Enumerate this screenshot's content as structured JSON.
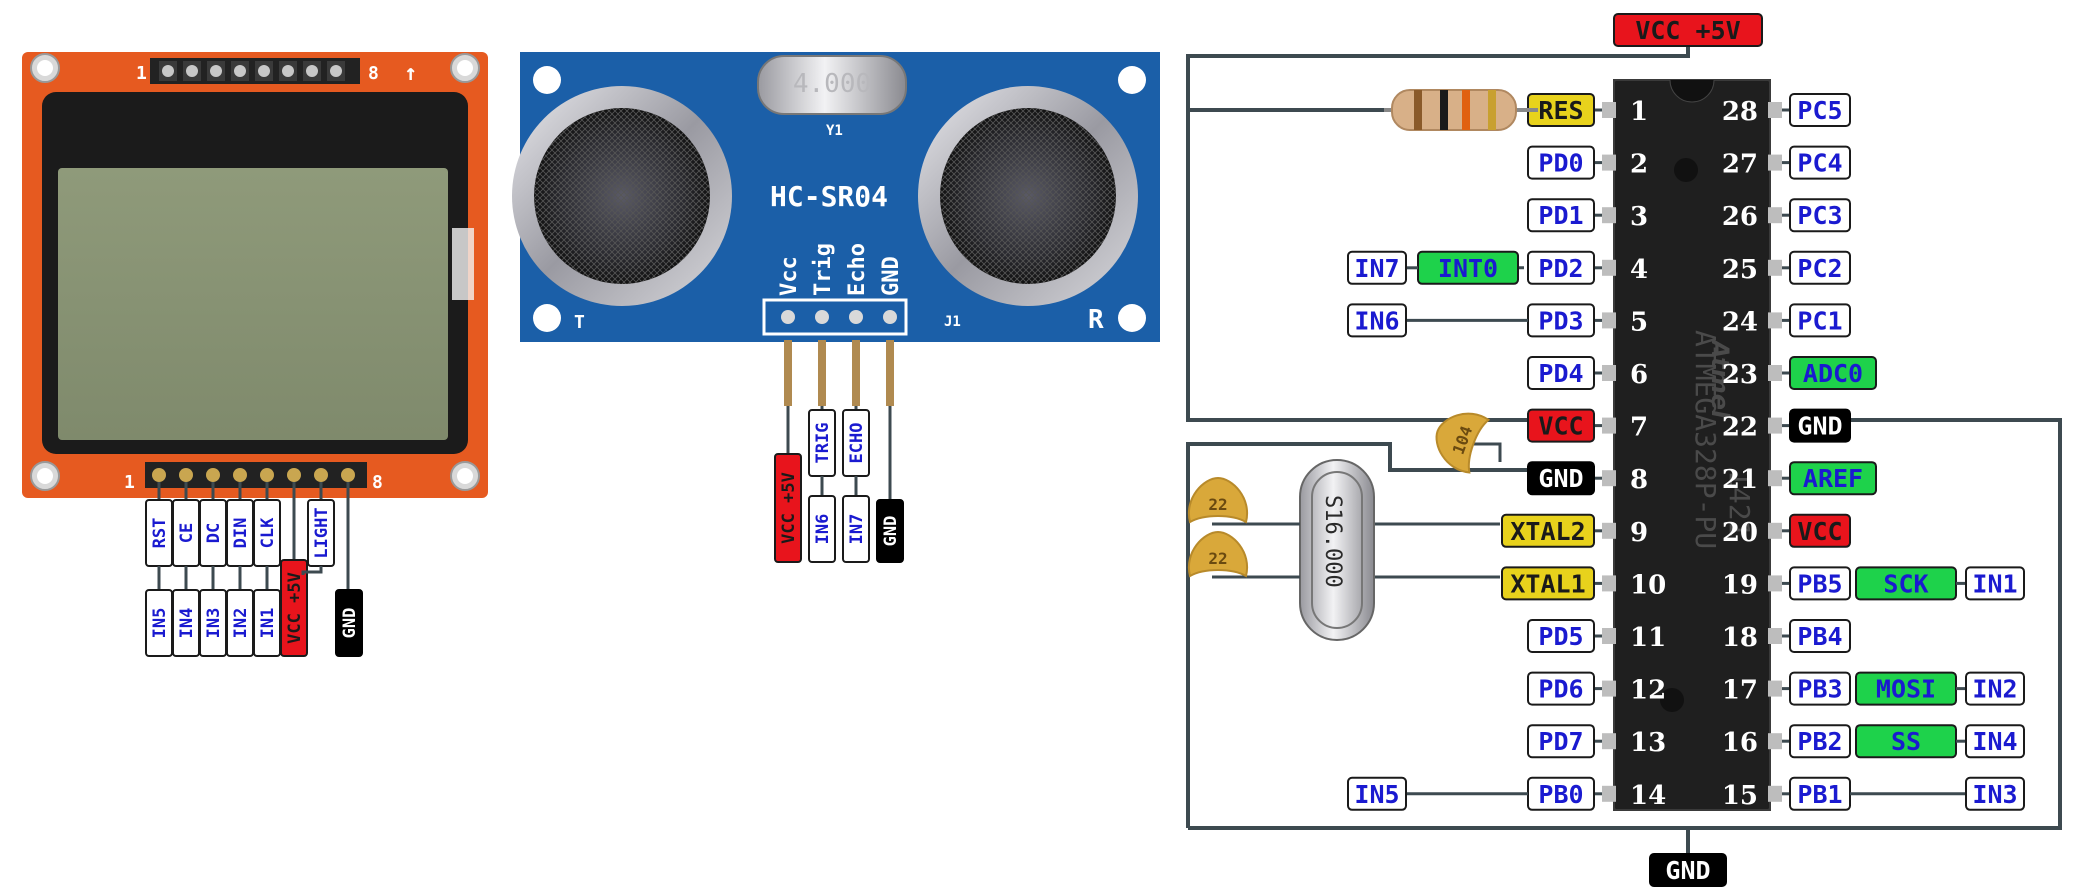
{
  "colors": {
    "label_blue_text": "#1a1ad0",
    "label_red": "#e8141c",
    "label_yellow": "#e8d21c",
    "label_green": "#1ed24b",
    "label_black": "#000000",
    "wire": "#3d4a50",
    "lcd_board": "#e65a20",
    "sonar_board": "#1b5fa8",
    "chip_body": "#1f1f1f"
  },
  "lcd": {
    "pin_first": "1",
    "pin_last": "8",
    "arrow": "↑",
    "signals": [
      {
        "name": "RST",
        "input": "IN5"
      },
      {
        "name": "CE",
        "input": "IN4"
      },
      {
        "name": "DC",
        "input": "IN3"
      },
      {
        "name": "DIN",
        "input": "IN2"
      },
      {
        "name": "CLK",
        "input": "IN1"
      },
      {
        "name": "VCC +5V",
        "input": ""
      },
      {
        "name": "LIGHT",
        "input": ""
      },
      {
        "name": "GND",
        "input": ""
      }
    ]
  },
  "sonar": {
    "model": "HC-SR04",
    "crystal": "4.000",
    "y_mark": "Y1",
    "left_mark": "T",
    "right_mark": "R",
    "j_mark": "J1",
    "pins": [
      "Vcc",
      "Trig",
      "Echo",
      "GND"
    ],
    "vcc_label": "VCC +5V",
    "trig_label": "TRIG",
    "echo_label": "ECHO",
    "trig_input": "IN6",
    "echo_input": "IN7",
    "gnd_label": "GND"
  },
  "mcu": {
    "top_power": "VCC +5V",
    "bottom_ground": "GND",
    "chip_marking": "ATMEGA328P-PU",
    "date_code": "1421",
    "logo": "Atmel",
    "crystal_label": "S16.000",
    "cap_values": [
      "22",
      "22",
      "104"
    ],
    "left_pins": [
      {
        "num": "1",
        "label": "RES",
        "color": "yellow"
      },
      {
        "num": "2",
        "label": "PD0",
        "color": "white"
      },
      {
        "num": "3",
        "label": "PD1",
        "color": "white"
      },
      {
        "num": "4",
        "label": "PD2",
        "color": "white",
        "func": "INT0",
        "input": "IN7"
      },
      {
        "num": "5",
        "label": "PD3",
        "color": "white",
        "input": "IN6"
      },
      {
        "num": "6",
        "label": "PD4",
        "color": "white"
      },
      {
        "num": "7",
        "label": "VCC",
        "color": "red"
      },
      {
        "num": "8",
        "label": "GND",
        "color": "black"
      },
      {
        "num": "9",
        "label": "XTAL2",
        "color": "yellow"
      },
      {
        "num": "10",
        "label": "XTAL1",
        "color": "yellow"
      },
      {
        "num": "11",
        "label": "PD5",
        "color": "white"
      },
      {
        "num": "12",
        "label": "PD6",
        "color": "white"
      },
      {
        "num": "13",
        "label": "PD7",
        "color": "white"
      },
      {
        "num": "14",
        "label": "PB0",
        "color": "white",
        "input": "IN5"
      }
    ],
    "right_pins": [
      {
        "num": "28",
        "label": "PC5",
        "color": "white"
      },
      {
        "num": "27",
        "label": "PC4",
        "color": "white"
      },
      {
        "num": "26",
        "label": "PC3",
        "color": "white"
      },
      {
        "num": "25",
        "label": "PC2",
        "color": "white"
      },
      {
        "num": "24",
        "label": "PC1",
        "color": "white"
      },
      {
        "num": "23",
        "label": "ADC0",
        "color": "green"
      },
      {
        "num": "22",
        "label": "GND",
        "color": "black"
      },
      {
        "num": "21",
        "label": "AREF",
        "color": "green"
      },
      {
        "num": "20",
        "label": "VCC",
        "color": "red"
      },
      {
        "num": "19",
        "label": "PB5",
        "color": "white",
        "func": "SCK",
        "input": "IN1"
      },
      {
        "num": "18",
        "label": "PB4",
        "color": "white"
      },
      {
        "num": "17",
        "label": "PB3",
        "color": "white",
        "func": "MOSI",
        "input": "IN2"
      },
      {
        "num": "16",
        "label": "PB2",
        "color": "white",
        "func": "SS",
        "input": "IN4"
      },
      {
        "num": "15",
        "label": "PB1",
        "color": "white",
        "input": "IN3"
      }
    ]
  }
}
